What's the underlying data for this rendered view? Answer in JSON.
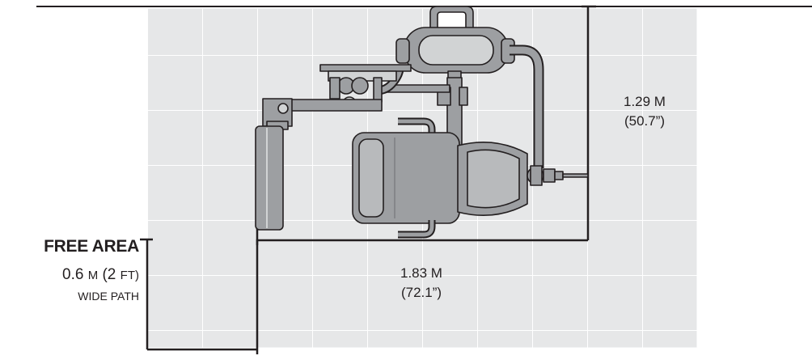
{
  "free_area": {
    "title": "FREE AREA",
    "width_value": "0.6",
    "width_unit": "M",
    "width_imperial_open": "(2",
    "width_imperial_unit": "FT)",
    "path_label": "WIDE PATH"
  },
  "depth_dimension": {
    "metric": "1.29 M",
    "imperial": "(50.7”)"
  },
  "length_dimension": {
    "metric": "1.83 M",
    "imperial": "(72.1”)"
  },
  "colors": {
    "grid_fill": "#e6e7e8",
    "grid_line": "#ffffff",
    "line": "#231f20",
    "equipment": "#9d9fa2"
  }
}
